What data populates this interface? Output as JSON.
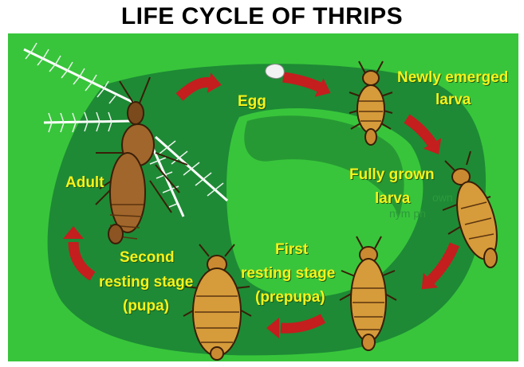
{
  "title": "LIFE CYCLE OF THRIPS",
  "stages": {
    "egg": "Egg",
    "newly_emerged": [
      "Newly emerged",
      "larva"
    ],
    "fully_grown": [
      "Fully grown",
      "larva"
    ],
    "first_resting": [
      "First",
      "resting stage",
      "(prepupa)"
    ],
    "second_resting": [
      "Second",
      "resting stage",
      "(pupa)"
    ],
    "adult": "Adult"
  },
  "ghost_text": [
    "own",
    "nym ph"
  ],
  "colors": {
    "background_green": "#38c53b",
    "ring_green": "#1e8a35",
    "arrow_red": "#c41e1e",
    "label_yellow": "#f6f21b",
    "insect_brown": "#a1662b"
  }
}
